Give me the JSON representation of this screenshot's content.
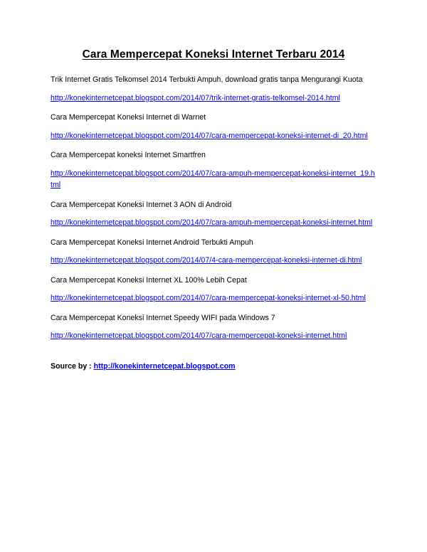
{
  "document": {
    "title": "Cara Mempercepat Koneksi Internet Terbaru 2014",
    "entries": [
      {
        "title": "Trik Internet Gratis Telkomsel 2014 Terbukti Ampuh, download gratis tanpa Mengurangi Kuota",
        "link": "http://konekinternetcepat.blogspot.com/2014/07/trik-internet-gratis-telkomsel-2014.html"
      },
      {
        "title": "Cara Mempercepat Koneksi Internet di Warnet",
        "link": "http://konekinternetcepat.blogspot.com/2014/07/cara-mempercepat-koneksi-internet-di_20.html"
      },
      {
        "title": "Cara Mempercepat koneksi Internet Smartfren",
        "link": "http://konekinternetcepat.blogspot.com/2014/07/cara-ampuh-mempercepat-koneksi-internet_19.html"
      },
      {
        "title": "Cara Mempercepat Koneksi Internet 3 AON di Android",
        "link": "http://konekinternetcepat.blogspot.com/2014/07/cara-ampuh-mempercepat-koneksi-internet.html"
      },
      {
        "title": "Cara Mempercepat Koneksi Internet Android Terbukti Ampuh",
        "link": "http://konekinternetcepat.blogspot.com/2014/07/4-cara-mempercepat-koneksi-internet-di.html"
      },
      {
        "title": "Cara Mempercepat Koneksi Internet XL 100% Lebih Cepat",
        "link": "http://konekinternetcepat.blogspot.com/2014/07/cara-mempercepat-koneksi-internet-xl-50.html"
      },
      {
        "title": "Cara Mempercepat Koneksi Internet Speedy WIFI pada Windows 7",
        "link": "http://konekinternetcepat.blogspot.com/2014/07/cara-mempercepat-koneksi-internet.html"
      }
    ],
    "source_label": "Source by : ",
    "source_link": "http://konekinternetcepat.blogspot.com"
  },
  "colors": {
    "link": "#0000ee",
    "text": "#000000",
    "background": "#ffffff"
  }
}
